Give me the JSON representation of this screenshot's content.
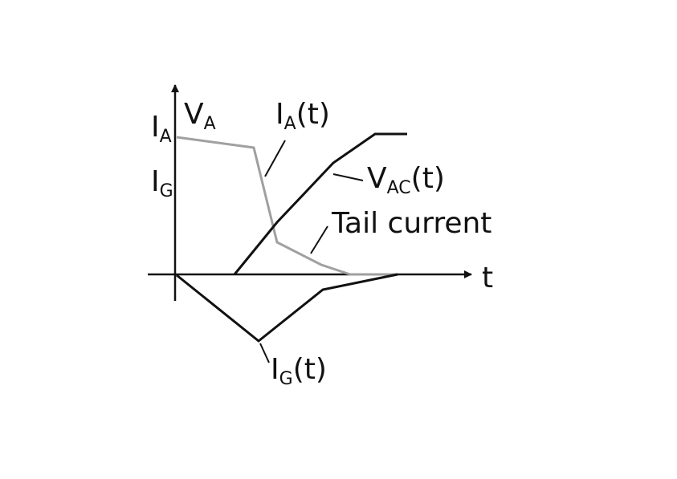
{
  "labels": {
    "y_axis_ia": {
      "main": "I",
      "sub": "A"
    },
    "y_axis_va": {
      "main": "V",
      "sub": "A"
    },
    "y_axis_ig": {
      "main": "I",
      "sub": "G"
    },
    "curve_ia": {
      "main": "I",
      "sub": "A",
      "tail": "(t)"
    },
    "curve_vac": {
      "main": "V",
      "sub": "AC",
      "tail": "(t)"
    },
    "tail_current": "Tail current",
    "curve_ig": {
      "main": "I",
      "sub": "G",
      "tail": "(t)"
    },
    "time_axis": "t"
  },
  "colors": {
    "axis": "#111111",
    "vac_curve": "#111111",
    "ig_curve": "#111111",
    "ia_curve": "#a0a0a0"
  }
}
